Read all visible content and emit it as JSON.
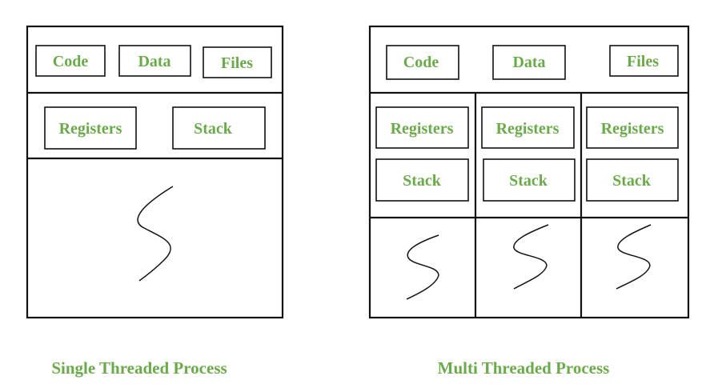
{
  "single": {
    "caption": "Single Threaded Process",
    "code": "Code",
    "data": "Data",
    "files": "Files",
    "registers": "Registers",
    "stack": "Stack"
  },
  "multi": {
    "caption": "Multi Threaded Process",
    "code": "Code",
    "data": "Data",
    "files": "Files",
    "threads": [
      {
        "registers": "Registers",
        "stack": "Stack"
      },
      {
        "registers": "Registers",
        "stack": "Stack"
      },
      {
        "registers": "Registers",
        "stack": "Stack"
      }
    ]
  },
  "colors": {
    "label": "#6aaa4a",
    "line": "#111111"
  },
  "icons": {
    "thread": "squiggle-thread-icon"
  }
}
